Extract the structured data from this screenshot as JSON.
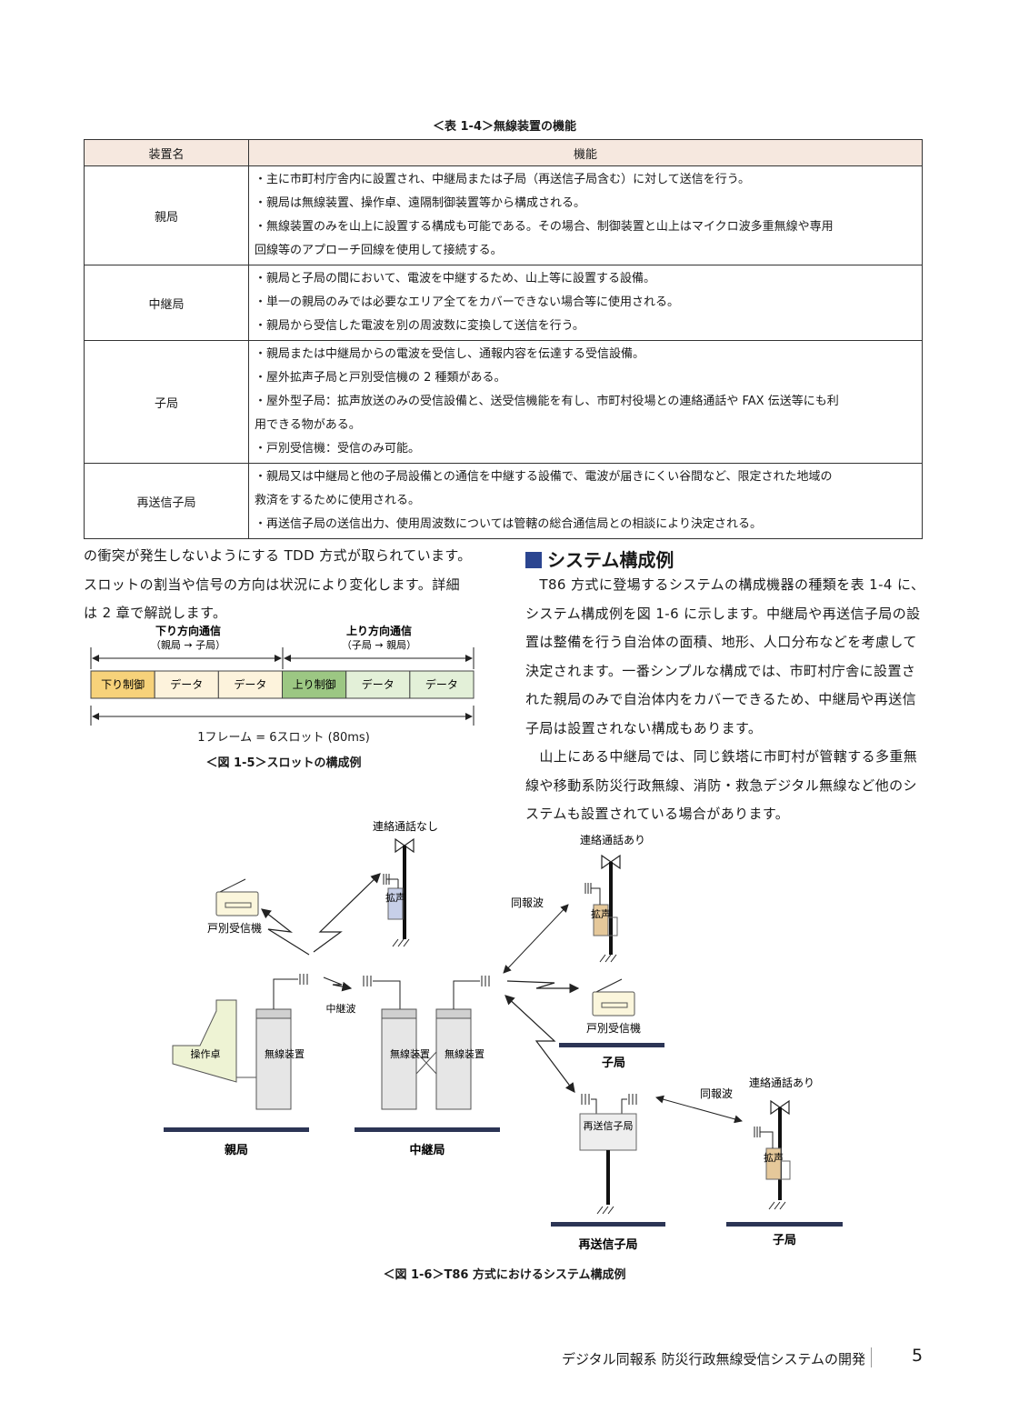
{
  "table": {
    "caption": "＜表 1-4＞無線装置の機能",
    "headers": [
      "装置名",
      "機能"
    ],
    "rows": [
      {
        "name": "親局",
        "lines": [
          "・主に市町村庁舎内に設置され、中継局または子局（再送信子局含む）に対して送信を行う。",
          "・親局は無線装置、操作卓、遠隔制御装置等から構成される。",
          "・無線装置のみを山上に設置する構成も可能である。その場合、制御装置と山上はマイクロ波多重無線や専用",
          "回線等のアプローチ回線を使用して接続する。"
        ]
      },
      {
        "name": "中継局",
        "lines": [
          "・親局と子局の間において、電波を中継するため、山上等に設置する設備。",
          "・単一の親局のみでは必要なエリア全てをカバーできない場合等に使用される。",
          "・親局から受信した電波を別の周波数に変換して送信を行う。"
        ]
      },
      {
        "name": "子局",
        "lines": [
          "・親局または中継局からの電波を受信し、通報内容を伝達する受信設備。",
          "・屋外拡声子局と戸別受信機の 2 種類がある。",
          "・屋外型子局：拡声放送のみの受信設備と、送受信機能を有し、市町村役場との連絡通話や FAX 伝送等にも利",
          "用できる物がある。",
          "・戸別受信機：受信のみ可能。"
        ]
      },
      {
        "name": "再送信子局",
        "lines": [
          "・親局又は中継局と他の子局設備との通信を中継する設備で、電波が届きにくい谷間など、限定された地域の",
          "救済をするために使用される。",
          "・再送信子局の送信出力、使用周波数については管轄の総合通信局との相談により決定される。"
        ]
      }
    ]
  },
  "left_text": [
    "の衝突が発生しないようにする TDD 方式が取られています。",
    "スロットの割当や信号の方向は状況により変化します。詳細",
    "は 2 章で解説します。"
  ],
  "fig15": {
    "down_title": "下り方向通信",
    "down_sub": "（親局 → 子局）",
    "up_title": "上り方向通信",
    "up_sub": "（子局 → 親局）",
    "slots": [
      "下り制御",
      "データ",
      "データ",
      "上り制御",
      "データ",
      "データ"
    ],
    "slot_colors": [
      "#f7d27a",
      "#fdf3dc",
      "#fdf3dc",
      "#9cc783",
      "#e3f0d8",
      "#e3f0d8"
    ],
    "frame_label": "1フレーム = 6スロット (80ms)",
    "caption": "＜図 1-5＞スロットの構成例"
  },
  "section": {
    "heading": "システム構成例",
    "paragraphs": [
      "　T86 方式に登場するシステムの構成機器の種類を表 1-4 に、システム構成例を図 1-6 に示します。中継局や再送信子局の設置は整備を行う自治体の面積、地形、人口分布などを考慮して決定されます。一番シンプルな構成では、市町村庁舎に設置された親局のみで自治体内をカバーできるため、中継局や再送信子局は設置されない構成もあります。",
      "　山上にある中継局では、同じ鉄塔に市町村が管轄する多重無線や移動系防災行政無線、消防・救急デジタル無線など他のシステムも設置されている場合があります。"
    ]
  },
  "fig16": {
    "renraku_nashi": "連絡通話なし",
    "renraku_ari": "連絡通話あり",
    "kakusei": "拡声",
    "kobetsu": "戸別受信機",
    "douhou": "同報波",
    "chukei_wave": "中継波",
    "sousa": "操作卓",
    "musen": "無線装置",
    "saisoushin_box": "再送信子局",
    "oyakyoku": "親局",
    "chukeikyoku": "中継局",
    "kokyoku": "子局",
    "saisoushin": "再送信子局",
    "caption": "＜図 1-6＞T86 方式におけるシステム構成例"
  },
  "footer": {
    "title": "デジタル同報系 防災行政無線受信システムの開発",
    "page": "5"
  }
}
